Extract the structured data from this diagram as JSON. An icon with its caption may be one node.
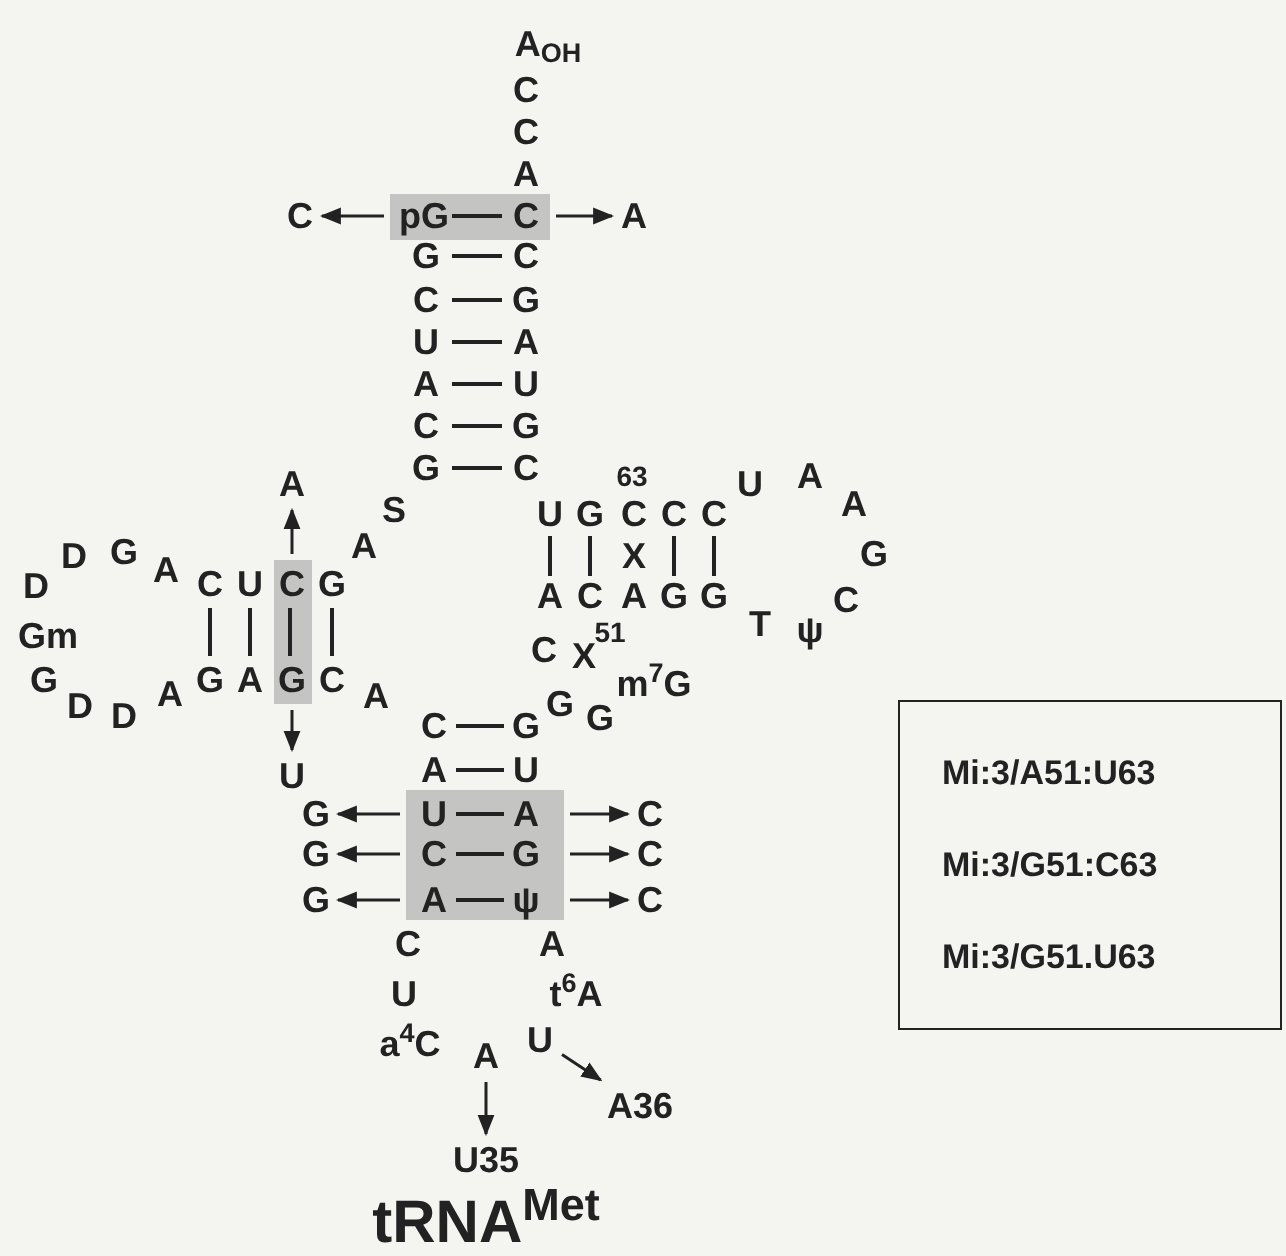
{
  "diagram": {
    "title": "tRNA$^{Met}$",
    "nodes": [
      {
        "text": [
          "pG",
          "C"
        ]
      },
      {
        "text": [
          "C"
        ]
      },
      {
        "text": [
          "A"
        ]
      },
      {
        "text": [
          "C",
          "G"
        ]
      },
      {
        "text": [
          "A"
        ]
      },
      {
        "text": [
          "U"
        ]
      },
      {
        "text": [
          "U",
          "A",
          "C",
          "G",
          "A",
          "ψ"
        ]
      },
      {
        "text": [
          "G"
        ]
      },
      {
        "text": [
          "G"
        ]
      },
      {
        "text": [
          "G"
        ]
      },
      {
        "text": [
          "C"
        ]
      },
      {
        "text": [
          "C"
        ]
      },
      {
        "text": [
          "C"
        ]
      },
      {
        "text": [
          "A"
        ]
      },
      {
        "text": [
          "U35"
        ]
      },
      {
        "text": [
          "U"
        ]
      },
      {
        "text": [
          "A36"
        ]
      },
      {
        "text": [
          "Mi:3/A51:U63",
          "Mi:3/G51:C63",
          "Mi:3/G51.U63"
        ]
      }
    ],
    "edges": [
      {
        "from": 0,
        "to": 1,
        "arrow": "to"
      },
      {
        "from": 0,
        "to": 2,
        "arrow": "to"
      },
      {
        "from": 3,
        "to": 4,
        "arrow": "to"
      },
      {
        "from": 3,
        "to": 5,
        "arrow": "to"
      },
      {
        "from": 6,
        "to": 7,
        "arrow": "to"
      },
      {
        "from": 6,
        "to": 8,
        "arrow": "to"
      },
      {
        "from": 6,
        "to": 9,
        "arrow": "to"
      },
      {
        "from": 6,
        "to": 10,
        "arrow": "to"
      },
      {
        "from": 6,
        "to": 11,
        "arrow": "to"
      },
      {
        "from": 6,
        "to": 12,
        "arrow": "to"
      },
      {
        "from": 13,
        "to": 14,
        "arrow": "to"
      },
      {
        "from": 15,
        "to": 16,
        "arrow": "to"
      }
    ],
    "labels": [
      "A$_{OH}$",
      "C",
      "C",
      "A",
      "G",
      "C",
      "C",
      "G",
      "U",
      "A",
      "A",
      "U",
      "C",
      "G",
      "G",
      "C",
      "63",
      "U",
      "A",
      "S",
      "A",
      "U",
      "G",
      "C",
      "C",
      "C",
      "D",
      "G",
      "A",
      "A",
      "X",
      "G",
      "D",
      "C",
      "U",
      "G",
      "A",
      "C",
      "A",
      "G",
      "G",
      "C",
      "Gm",
      "C",
      "X",
      "51",
      "T",
      "ψ",
      "G",
      "D",
      "D",
      "A",
      "G",
      "A",
      "C",
      "A",
      "G",
      "G",
      "m$^{7}$G",
      "C",
      "G",
      "A",
      "U",
      "C",
      "A",
      "U",
      "t$^{6}$A",
      "a$^{4}$C"
    ]
  }
}
